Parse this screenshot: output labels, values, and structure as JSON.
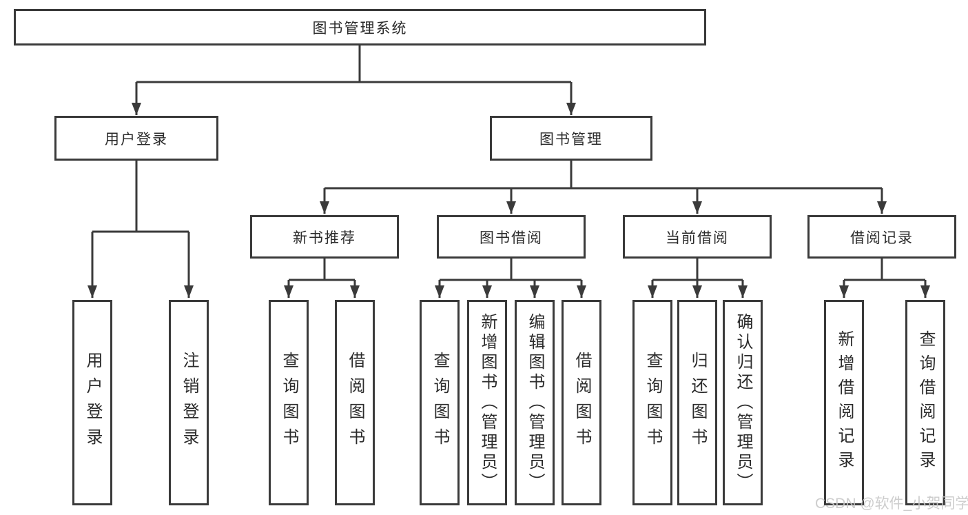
{
  "watermark": "CSDN @软件_小贺同学",
  "colors": {
    "line": "#3a3a3a",
    "text": "#2b2b2b",
    "watermark": "#c8c8c8",
    "background": "#ffffff"
  },
  "tree": {
    "label": "图书管理系统",
    "children": [
      {
        "label": "用户登录",
        "children": [
          {
            "label": "用户登录"
          },
          {
            "label": "注销登录"
          }
        ]
      },
      {
        "label": "图书管理",
        "children": [
          {
            "label": "新书推荐",
            "children": [
              {
                "label": "查询图书"
              },
              {
                "label": "借阅图书"
              }
            ]
          },
          {
            "label": "图书借阅",
            "children": [
              {
                "label": "查询图书"
              },
              {
                "label": "新增图书（管理员）"
              },
              {
                "label": "编辑图书（管理员）"
              },
              {
                "label": "借阅图书"
              }
            ]
          },
          {
            "label": "当前借阅",
            "children": [
              {
                "label": "查询图书"
              },
              {
                "label": "归还图书"
              },
              {
                "label": "确认归还（管理员）"
              }
            ]
          },
          {
            "label": "借阅记录",
            "children": [
              {
                "label": "新增借阅记录"
              },
              {
                "label": "查询借阅记录"
              }
            ]
          }
        ]
      }
    ]
  }
}
